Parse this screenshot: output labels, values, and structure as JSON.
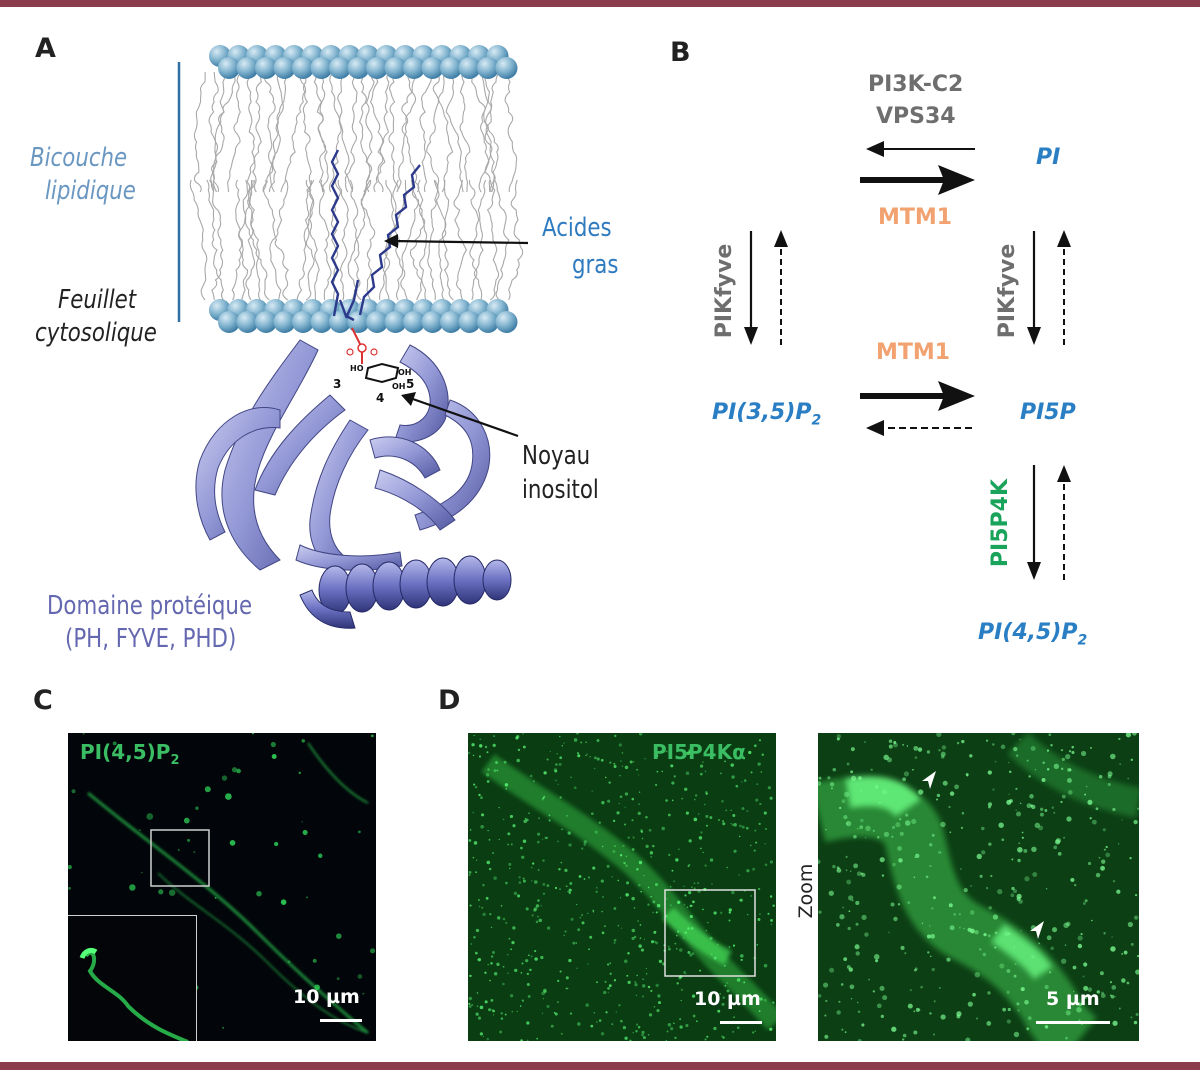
{
  "colors": {
    "frame": "#8b3d4e",
    "membrane_label": "#6a97c1",
    "fatty_acid_label": "#2f7bc0",
    "protein_label": "#6468b0",
    "enzyme_grey": "#6e6e6e",
    "mtm1_orange": "#f2a270",
    "pi5p4k_green": "#1aa35a",
    "species_blue": "#2a7fc4",
    "micro_label_green": "#3bbd64",
    "fluorescence_green": "#3ee85e"
  },
  "panel_a": {
    "letter": "A",
    "bilayer_label_line1": "Bicouche",
    "bilayer_label_line2": "lipidique",
    "leaflet_label_line1": "Feuillet",
    "leaflet_label_line2": "cytosolique",
    "fatty_acids_line1": "Acides",
    "fatty_acids_line2": "gras",
    "inositol_line1": "Noyau",
    "inositol_line2": "inositol",
    "domain_line1": "Domaine protéique",
    "domain_line2": "(PH, FYVE, PHD)",
    "ring_positions": [
      "3",
      "4",
      "5"
    ],
    "hydroxyl_label": "OH",
    "ho_label": "HO"
  },
  "panel_b": {
    "letter": "B",
    "top_enzyme_line1": "PI3K-C2",
    "top_enzyme_line2": "VPS34",
    "pi": "PI",
    "mtm1_top": "MTM1",
    "pikfyve_left": "PIKfyve",
    "pikfyve_right": "PIKfyve",
    "mtm1_mid": "MTM1",
    "pi35p2_main": "PI(3,5)P",
    "pi35p2_sub": "2",
    "pi5p": "PI5P",
    "pi5p4k": "PI5P4K",
    "pi45p2_main": "PI(4,5)P",
    "pi45p2_sub": "2"
  },
  "panel_c": {
    "letter": "C",
    "label_main": "PI(4,5)P",
    "label_sub": "2",
    "scale": "10 µm"
  },
  "panel_d": {
    "letter": "D",
    "label": "PI5P4Kα",
    "scale_left": "10 µm",
    "zoom": "Zoom",
    "scale_right": "5 µm"
  }
}
